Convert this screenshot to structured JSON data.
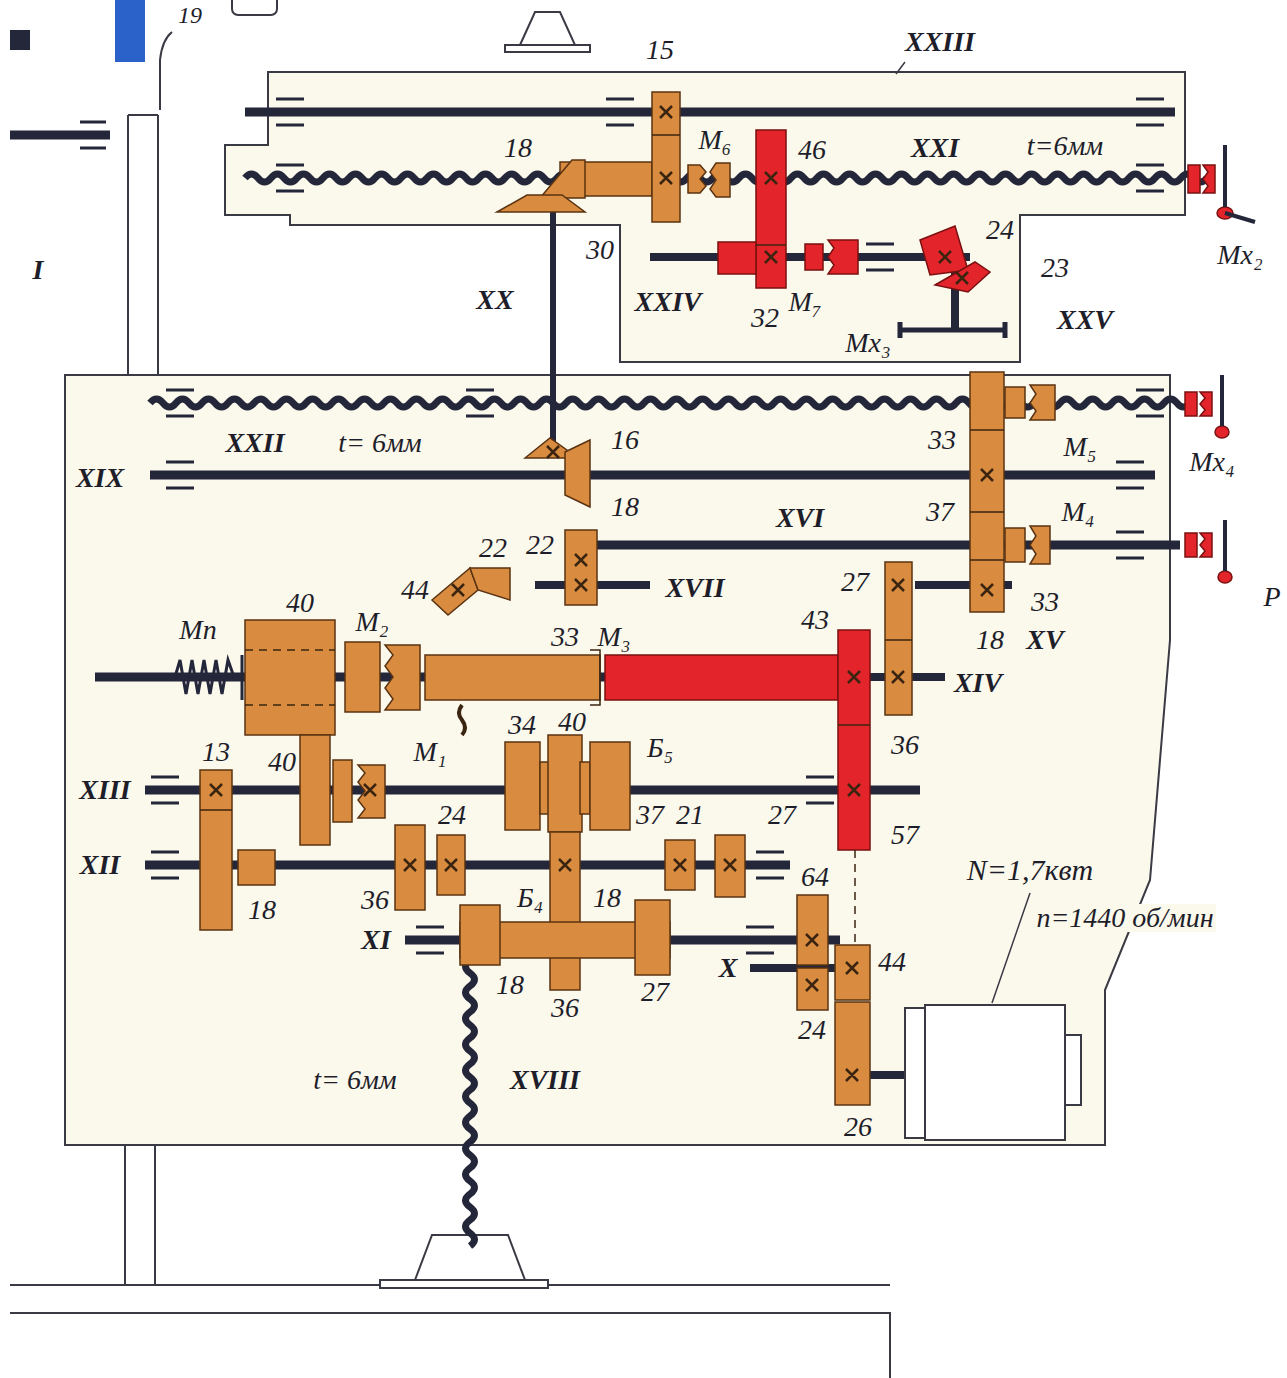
{
  "diagram": {
    "labels": [
      "19",
      "15",
      "XXIII",
      "18",
      "M₆",
      "46",
      "XXI",
      "t=6мм",
      "Mx₂",
      "I",
      "30",
      "XX",
      "XXIV",
      "24",
      "23",
      "32",
      "M₇",
      "Mx₃",
      "XXV",
      "XXII",
      "t= 6мм",
      "16",
      "33",
      "M₅",
      "Mx₄",
      "XIX",
      "18",
      "37",
      "XVI",
      "M₄",
      "22",
      "22",
      "XVII",
      "27",
      "33",
      "Р",
      "44",
      "40",
      "Mп",
      "M₂",
      "18",
      "XV",
      "33",
      "M₃",
      "43",
      "XIV",
      "34",
      "40",
      "13",
      "40",
      "M₁",
      "Б₅",
      "36",
      "XIII",
      "24",
      "37",
      "21",
      "27",
      "57",
      "XII",
      "64",
      "N=1,7квт",
      "n=1440 об/мин",
      "36",
      "18",
      "Б₄",
      "18",
      "XI",
      "44",
      "18",
      "36",
      "27",
      "X",
      "24",
      "26",
      "t= 6мм",
      "XVIII"
    ]
  }
}
